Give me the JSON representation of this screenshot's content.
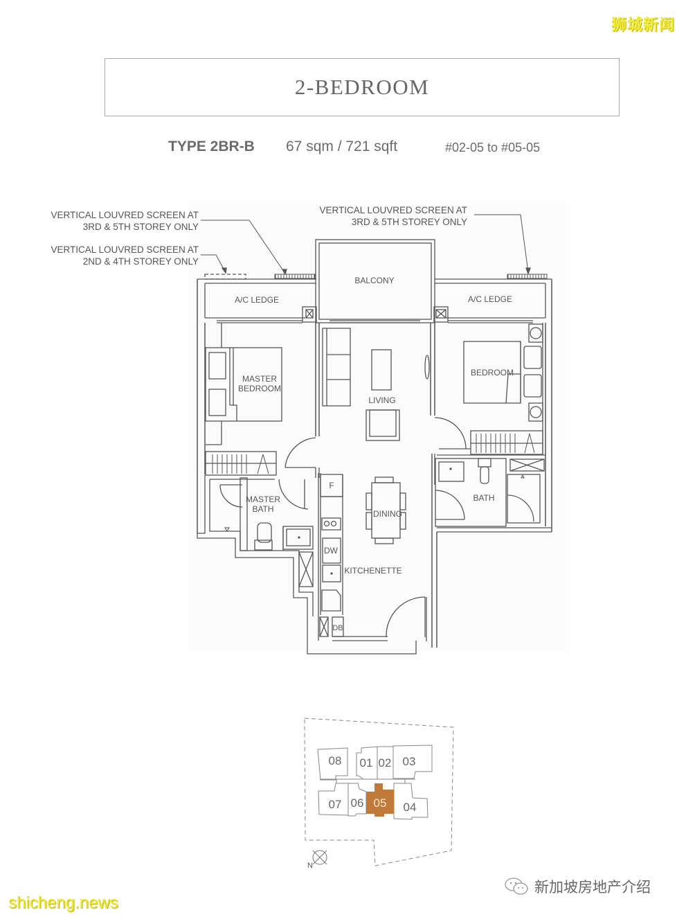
{
  "header": {
    "title": "2-BEDROOM",
    "unit_type": "TYPE 2BR-B",
    "area": "67 sqm / 721 sqft",
    "unit_range": "#02-05 to #05-05"
  },
  "annotations": [
    {
      "line1": "VERTICAL LOUVRED SCREEN AT",
      "line2": "3RD & 5TH STOREY ONLY"
    },
    {
      "line1": "VERTICAL LOUVRED SCREEN AT",
      "line2": "2ND & 4TH STOREY ONLY"
    },
    {
      "line1": "VERTICAL LOUVRED SCREEN AT",
      "line2": "3RD & 5TH STOREY ONLY"
    }
  ],
  "rooms": {
    "ac_ledge_left": "A/C LEDGE",
    "balcony": "BALCONY",
    "ac_ledge_right": "A/C LEDGE",
    "master_bedroom_1": "MASTER",
    "master_bedroom_2": "BEDROOM",
    "living": "LIVING",
    "bedroom": "BEDROOM",
    "master_bath_1": "MASTER",
    "master_bath_2": "BATH",
    "dining": "DINING",
    "bath": "BATH",
    "kitchenette": "KITCHENETTE",
    "fridge": "F",
    "dishwasher": "DW",
    "db": "DB"
  },
  "key_plan": {
    "units": [
      "08",
      "01",
      "02",
      "03",
      "07",
      "06",
      "05",
      "04"
    ],
    "highlighted": "05",
    "highlight_color": "#c07a3a",
    "north_label": "N"
  },
  "watermarks": {
    "top_right": "狮城新闻",
    "bottom_left": "shicheng.news",
    "bottom_right": "新加坡房地产介绍"
  }
}
